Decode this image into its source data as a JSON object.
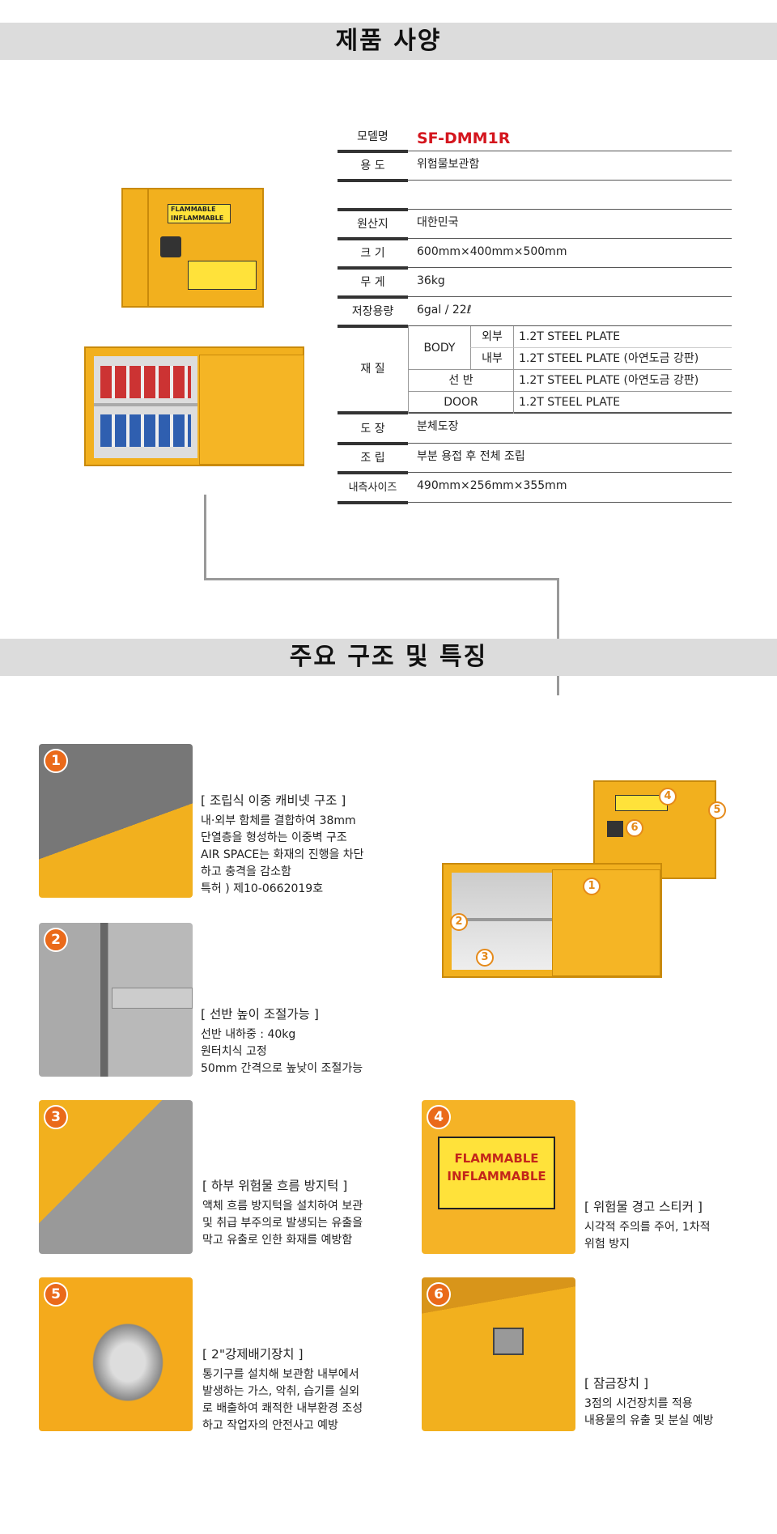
{
  "section1_title": "제품 사양",
  "section2_title": "주요 구조 및 특징",
  "specs": {
    "model": {
      "label": "모델명",
      "value": "SF-DMM1R"
    },
    "usage": {
      "label": "용 도",
      "value": "위험물보관함"
    },
    "origin": {
      "label": "원산지",
      "value": "대한민국"
    },
    "size": {
      "label": "크 기",
      "value": "600mm×400mm×500mm"
    },
    "weight": {
      "label": "무 게",
      "value": "36kg"
    },
    "capacity": {
      "label": "저장용량",
      "value": "6gal / 22ℓ"
    },
    "material": {
      "label": "재 질",
      "body": "BODY",
      "outer": "외부",
      "outer_value": "1.2T STEEL PLATE",
      "inner": "내부",
      "inner_value": "1.2T STEEL PLATE (아연도금 강판)",
      "shelf": "선 반",
      "shelf_value": "1.2T STEEL PLATE (아연도금 강판)",
      "door": "DOOR",
      "door_value": "1.2T STEEL PLATE"
    },
    "paint": {
      "label": "도 장",
      "value": "분체도장"
    },
    "assembly": {
      "label": "조 립",
      "value": "부분 용접 후 전체 조립"
    },
    "inner_size": {
      "label": "내측사이즈",
      "value": "490mm×256mm×355mm"
    }
  },
  "sticker": {
    "line1": "FLAMMABLE",
    "line2": "INFLAMMABLE"
  },
  "features": [
    {
      "num": "1",
      "title": "[ 조립식 이중 캐비넷 구조 ]",
      "lines": [
        "내·외부 함체를 결합하여 38mm",
        "단열층을 형성하는 이중벽 구조",
        "AIR SPACE는 화재의 진행을 차단",
        "하고 충격을 감소함",
        "특허 ) 제10-0662019호"
      ]
    },
    {
      "num": "2",
      "title": "[ 선반 높이 조절가능 ]",
      "lines": [
        "선반 내하중 : 40kg",
        "원터치식 고정",
        "50mm 간격으로 높낮이 조절가능"
      ]
    },
    {
      "num": "3",
      "title": "[ 하부 위험물 흐름 방지턱 ]",
      "lines": [
        "액체 흐름 방지턱을 설치하여 보관",
        "및 취급 부주의로 발생되는 유출을",
        "막고 유출로 인한 화재를 예방함"
      ]
    },
    {
      "num": "4",
      "title": "[ 위험물 경고 스티커 ]",
      "lines": [
        "시각적 주의를 주어, 1차적",
        "위험 방지"
      ]
    },
    {
      "num": "5",
      "title": "[ 2\"강제배기장치 ]",
      "lines": [
        "통기구를 설치해 보관함 내부에서",
        "발생하는 가스, 악취, 습기를 실외",
        "로 배출하여 쾌적한 내부환경 조성",
        "하고 작업자의 안전사고 예방"
      ]
    },
    {
      "num": "6",
      "title": "[ 잠금장치 ]",
      "lines": [
        "3점의 시건장치를 적용",
        "내용물의 유출 및 분실 예방"
      ]
    }
  ],
  "colors": {
    "accent": "#d4161e",
    "cabinet": "#f2b01e",
    "badge": "#ea6a1a"
  }
}
